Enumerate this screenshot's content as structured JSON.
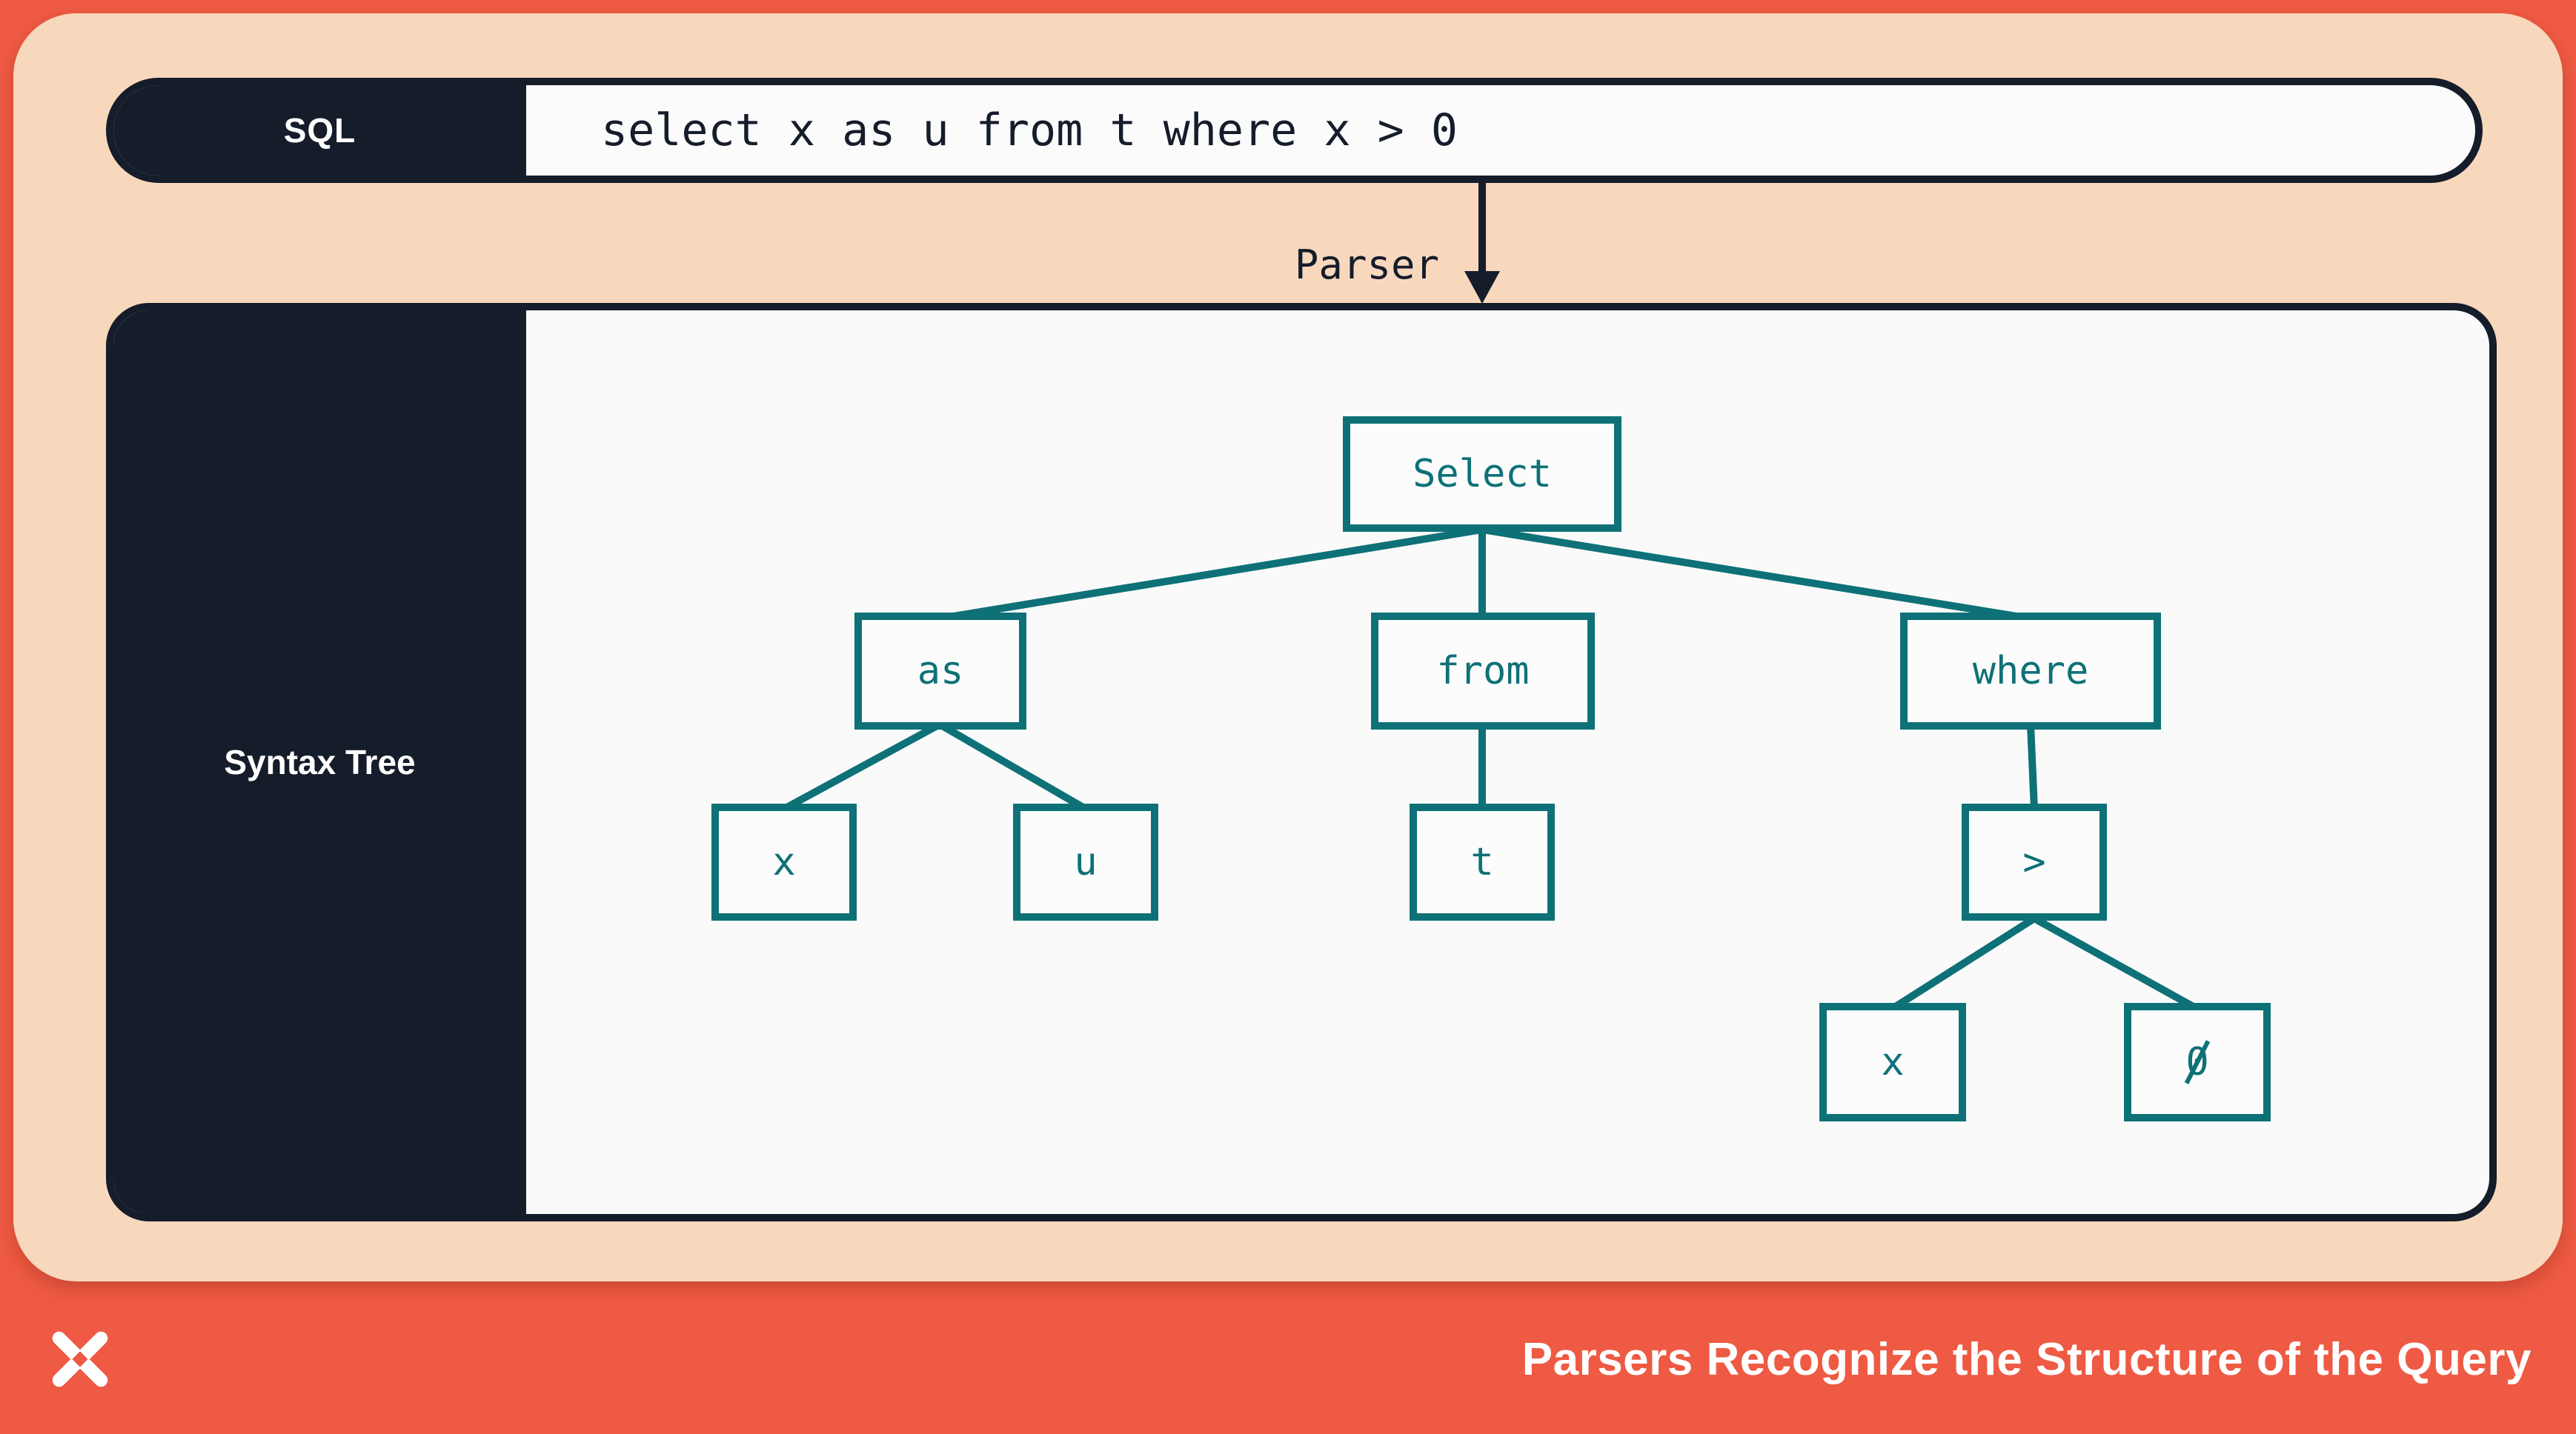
{
  "sql_bar": {
    "label": "SQL",
    "code": "select x as u from t where x > 0"
  },
  "parser": {
    "label": "Parser"
  },
  "syntax_tree_panel": {
    "label": "Syntax Tree"
  },
  "tree": {
    "nodes": {
      "select": "Select",
      "as": "as",
      "from": "from",
      "where": "where",
      "x_left": "x",
      "u": "u",
      "t": "t",
      "gt": ">",
      "x_cmp": "x",
      "zero": "0"
    },
    "edges": [
      [
        "select",
        "as"
      ],
      [
        "select",
        "from"
      ],
      [
        "select",
        "where"
      ],
      [
        "as",
        "x_left"
      ],
      [
        "as",
        "u"
      ],
      [
        "from",
        "t"
      ],
      [
        "where",
        "gt"
      ],
      [
        "gt",
        "x_cmp"
      ],
      [
        "gt",
        "zero"
      ]
    ]
  },
  "footer": {
    "title": "Parsers Recognize the Structure of the Query",
    "logo": "dagster-logo"
  },
  "colors": {
    "coral": "#ee5a43",
    "peach": "#f8d8bd",
    "navy": "#151c2a",
    "teal": "#0e7177",
    "paper": "#fafafa"
  }
}
